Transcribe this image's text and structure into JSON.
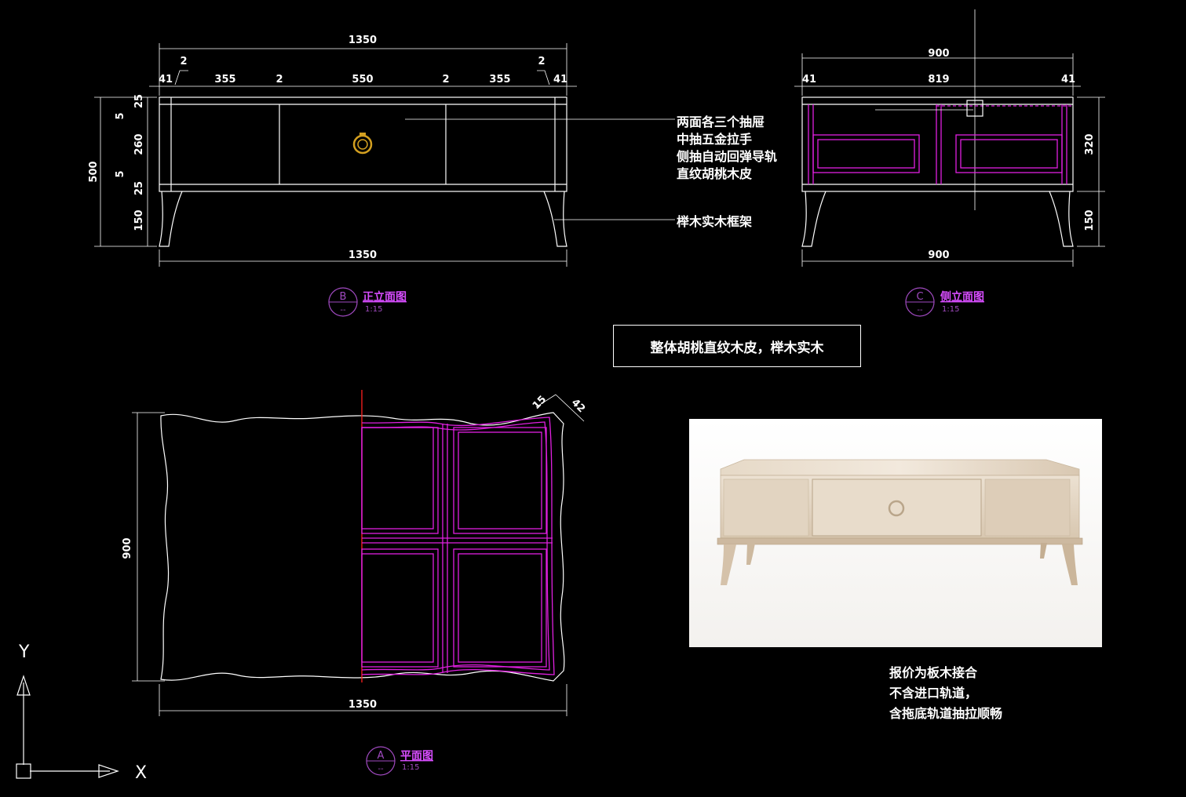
{
  "front_view": {
    "overall_width_top": "1350",
    "overall_width_bottom": "1350",
    "gap_left": "2",
    "gap_right": "2",
    "segments": [
      "41",
      "355",
      "2",
      "550",
      "2",
      "355",
      "41"
    ],
    "heights": [
      "25",
      "5",
      "260",
      "5",
      "25",
      "150"
    ],
    "total_height": "500",
    "label_letter": "B",
    "label_title": "正立面图",
    "label_sheet": "--",
    "label_scale": "1:15"
  },
  "side_view": {
    "overall_width_top": "900",
    "overall_width_bottom": "900",
    "segments": [
      "41",
      "819",
      "41"
    ],
    "drawer_height": "320",
    "leg_height": "150",
    "label_letter": "C",
    "label_title": "侧立面图",
    "label_sheet": "--",
    "label_scale": "1:15"
  },
  "plan_view": {
    "width": "1350",
    "depth": "900",
    "edge_dim_1": "15",
    "edge_dim_2": "42",
    "label_letter": "A",
    "label_title": "平面图",
    "label_sheet": "--",
    "label_scale": "1:15"
  },
  "annotations": {
    "drawer_notes": [
      "两面各三个抽屉",
      "中抽五金拉手",
      "侧抽自动回弹导轨",
      "直纹胡桃木皮"
    ],
    "frame_note": "榉木实木框架"
  },
  "summary": "整体胡桃直纹木皮，榉木实木",
  "price_notes": [
    "报价为板木接合",
    "不含进口轨道，",
    "含拖底轨道抽拉顺畅"
  ],
  "ucs": {
    "x": "X",
    "y": "Y"
  },
  "colors": {
    "background": "#000000",
    "lines": "#ffffff",
    "hidden_lines": "#e020e0",
    "section_line": "#ff2020",
    "handle": "#d4a020"
  }
}
